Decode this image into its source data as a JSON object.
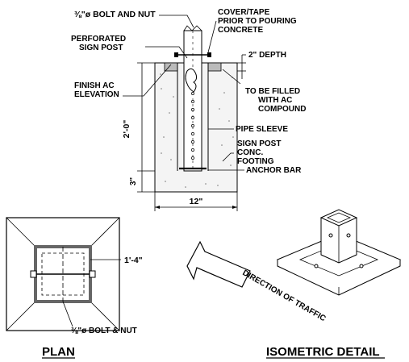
{
  "labels": {
    "bolt_nut_top": "⅜\"ø BOLT AND NUT",
    "cover_tape_1": "COVER/TAPE",
    "cover_tape_2": "PRIOR TO POURING",
    "cover_tape_3": "CONCRETE",
    "perforated_1": "PERFORATED",
    "perforated_2": "SIGN POST",
    "depth": "2\" DEPTH",
    "finish_ac_1": "FINISH AC",
    "finish_ac_2": "ELEVATION",
    "fill_1": "TO BE FILLED",
    "fill_2": "WITH AC",
    "fill_3": "COMPOUND",
    "height_dim": "2'-0\"",
    "pipe_sleeve": "PIPE SLEEVE",
    "sign_post_footing_1": "SIGN POST",
    "sign_post_footing_2": "CONC.",
    "sign_post_footing_3": "FOOTING",
    "anchor_bar": "ANCHOR BAR",
    "three_in": "3\"",
    "width_dim": "12\"",
    "plan_dim": "1'-4\"",
    "plan_bolt": "⅜\"ø BOLT & NUT",
    "direction": "DIRECTION OF TRAFFIC",
    "plan_title": "PLAN",
    "iso_title": "ISOMETRIC DETAIL"
  }
}
